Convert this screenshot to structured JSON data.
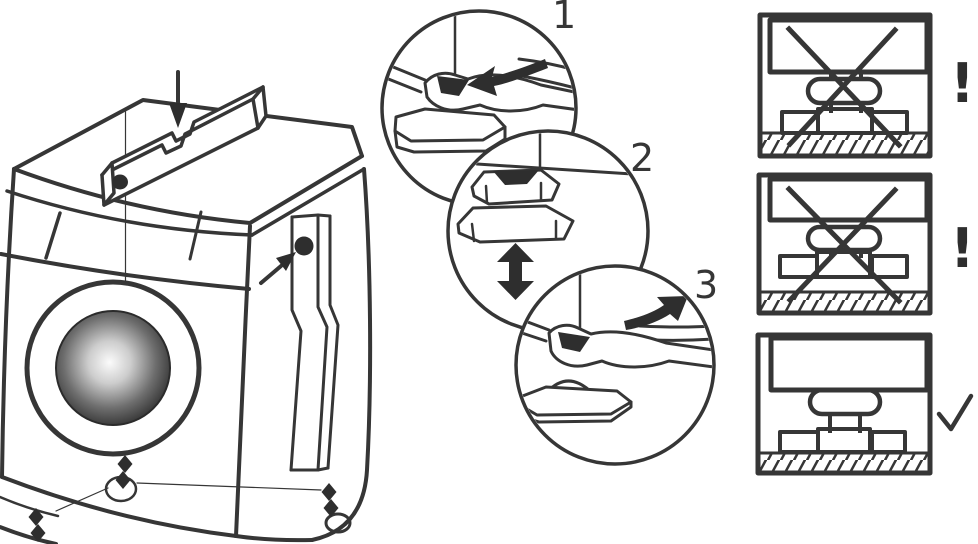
{
  "colors": {
    "ink": "#363636",
    "fill_dark": "#2e2e2e",
    "background": "#ffffff"
  },
  "machine": {
    "figure": "washing-machine-front-left-view",
    "top_tool": "spirit-level",
    "level_marker": "level-bubble-dot",
    "side_marker": "side-panel-dot",
    "feet_markers": "double-diamond-foot-positions",
    "reference": "vertical-plumb-line"
  },
  "steps": [
    {
      "number": "1",
      "icon": "wrench-loosen-locknut",
      "rotation": "counterclockwise"
    },
    {
      "number": "2",
      "icon": "adjust-foot-height-nut",
      "rotation": "up-down"
    },
    {
      "number": "3",
      "icon": "wrench-tighten-locknut",
      "rotation": "clockwise"
    }
  ],
  "placement_rules": [
    {
      "id": "locknut-loose-on-blocks",
      "symbol": "!",
      "status": "not-allowed"
    },
    {
      "id": "foot-not-touching-floor",
      "symbol": "!",
      "status": "not-allowed"
    },
    {
      "id": "foot-firm-on-floor",
      "symbol": "✓",
      "status": "correct"
    }
  ]
}
